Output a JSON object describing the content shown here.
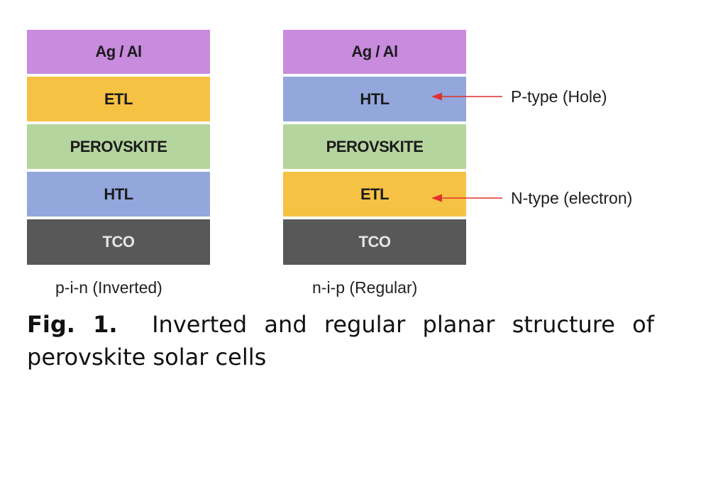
{
  "left_stack": {
    "caption": "p-i-n (Inverted)",
    "layers": [
      {
        "label": "Ag / Al",
        "color": "#c98bdd"
      },
      {
        "label": "ETL",
        "color": "#f6c243"
      },
      {
        "label": "PEROVSKITE",
        "color": "#b5d59f"
      },
      {
        "label": "HTL",
        "color": "#93a7dc"
      },
      {
        "label": "TCO",
        "color": "#585858"
      }
    ]
  },
  "right_stack": {
    "caption": "n-i-p (Regular)",
    "layers": [
      {
        "label": "Ag / Al",
        "color": "#c98bdd"
      },
      {
        "label": "HTL",
        "color": "#93a7dc"
      },
      {
        "label": "PEROVSKITE",
        "color": "#b5d59f"
      },
      {
        "label": "ETL",
        "color": "#f6c243"
      },
      {
        "label": "TCO",
        "color": "#585858"
      }
    ]
  },
  "annotations": {
    "p_type": "P-type (Hole)",
    "n_type": "N-type (electron)",
    "arrow_color": "#e0312c"
  },
  "figure_caption": {
    "label": "Fig. 1.",
    "text": "Inverted and regular planar structure of perovskite solar cells"
  }
}
